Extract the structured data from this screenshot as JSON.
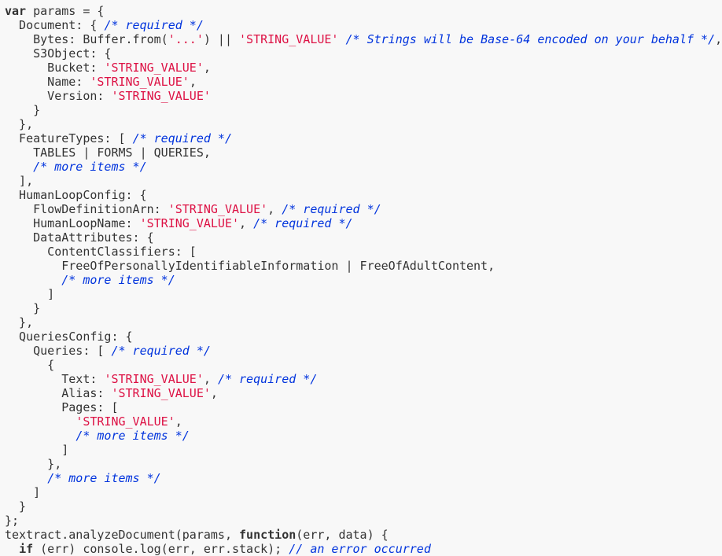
{
  "lines": [
    [
      {
        "t": "kw",
        "v": "var"
      },
      {
        "t": "pl",
        "v": " params = {"
      }
    ],
    [
      {
        "t": "pl",
        "v": "  Document: { "
      },
      {
        "t": "cmt",
        "v": "/* required */"
      }
    ],
    [
      {
        "t": "pl",
        "v": "    Bytes: Buffer.from("
      },
      {
        "t": "str",
        "v": "'...'"
      },
      {
        "t": "pl",
        "v": ") || "
      },
      {
        "t": "str",
        "v": "'STRING_VALUE'"
      },
      {
        "t": "pl",
        "v": " "
      },
      {
        "t": "cmt",
        "v": "/* Strings will be Base-64 encoded on your behalf */"
      },
      {
        "t": "pl",
        "v": ","
      }
    ],
    [
      {
        "t": "pl",
        "v": "    S3Object: {"
      }
    ],
    [
      {
        "t": "pl",
        "v": "      Bucket: "
      },
      {
        "t": "str",
        "v": "'STRING_VALUE'"
      },
      {
        "t": "pl",
        "v": ","
      }
    ],
    [
      {
        "t": "pl",
        "v": "      Name: "
      },
      {
        "t": "str",
        "v": "'STRING_VALUE'"
      },
      {
        "t": "pl",
        "v": ","
      }
    ],
    [
      {
        "t": "pl",
        "v": "      Version: "
      },
      {
        "t": "str",
        "v": "'STRING_VALUE'"
      }
    ],
    [
      {
        "t": "pl",
        "v": "    }"
      }
    ],
    [
      {
        "t": "pl",
        "v": "  },"
      }
    ],
    [
      {
        "t": "pl",
        "v": "  FeatureTypes: [ "
      },
      {
        "t": "cmt",
        "v": "/* required */"
      }
    ],
    [
      {
        "t": "pl",
        "v": "    TABLES | FORMS | QUERIES,"
      }
    ],
    [
      {
        "t": "pl",
        "v": "    "
      },
      {
        "t": "cmt",
        "v": "/* more items */"
      }
    ],
    [
      {
        "t": "pl",
        "v": "  ],"
      }
    ],
    [
      {
        "t": "pl",
        "v": "  HumanLoopConfig: {"
      }
    ],
    [
      {
        "t": "pl",
        "v": "    FlowDefinitionArn: "
      },
      {
        "t": "str",
        "v": "'STRING_VALUE'"
      },
      {
        "t": "pl",
        "v": ", "
      },
      {
        "t": "cmt",
        "v": "/* required */"
      }
    ],
    [
      {
        "t": "pl",
        "v": "    HumanLoopName: "
      },
      {
        "t": "str",
        "v": "'STRING_VALUE'"
      },
      {
        "t": "pl",
        "v": ", "
      },
      {
        "t": "cmt",
        "v": "/* required */"
      }
    ],
    [
      {
        "t": "pl",
        "v": "    DataAttributes: {"
      }
    ],
    [
      {
        "t": "pl",
        "v": "      ContentClassifiers: ["
      }
    ],
    [
      {
        "t": "pl",
        "v": "        FreeOfPersonallyIdentifiableInformation | FreeOfAdultContent,"
      }
    ],
    [
      {
        "t": "pl",
        "v": "        "
      },
      {
        "t": "cmt",
        "v": "/* more items */"
      }
    ],
    [
      {
        "t": "pl",
        "v": "      ]"
      }
    ],
    [
      {
        "t": "pl",
        "v": "    }"
      }
    ],
    [
      {
        "t": "pl",
        "v": "  },"
      }
    ],
    [
      {
        "t": "pl",
        "v": "  QueriesConfig: {"
      }
    ],
    [
      {
        "t": "pl",
        "v": "    Queries: [ "
      },
      {
        "t": "cmt",
        "v": "/* required */"
      }
    ],
    [
      {
        "t": "pl",
        "v": "      {"
      }
    ],
    [
      {
        "t": "pl",
        "v": "        Text: "
      },
      {
        "t": "str",
        "v": "'STRING_VALUE'"
      },
      {
        "t": "pl",
        "v": ", "
      },
      {
        "t": "cmt",
        "v": "/* required */"
      }
    ],
    [
      {
        "t": "pl",
        "v": "        Alias: "
      },
      {
        "t": "str",
        "v": "'STRING_VALUE'"
      },
      {
        "t": "pl",
        "v": ","
      }
    ],
    [
      {
        "t": "pl",
        "v": "        Pages: ["
      }
    ],
    [
      {
        "t": "pl",
        "v": "          "
      },
      {
        "t": "str",
        "v": "'STRING_VALUE'"
      },
      {
        "t": "pl",
        "v": ","
      }
    ],
    [
      {
        "t": "pl",
        "v": "          "
      },
      {
        "t": "cmt",
        "v": "/* more items */"
      }
    ],
    [
      {
        "t": "pl",
        "v": "        ]"
      }
    ],
    [
      {
        "t": "pl",
        "v": "      },"
      }
    ],
    [
      {
        "t": "pl",
        "v": "      "
      },
      {
        "t": "cmt",
        "v": "/* more items */"
      }
    ],
    [
      {
        "t": "pl",
        "v": "    ]"
      }
    ],
    [
      {
        "t": "pl",
        "v": "  }"
      }
    ],
    [
      {
        "t": "pl",
        "v": "};"
      }
    ],
    [
      {
        "t": "pl",
        "v": "textract.analyzeDocument(params, "
      },
      {
        "t": "kw",
        "v": "function"
      },
      {
        "t": "pl",
        "v": "(err, data) {"
      }
    ],
    [
      {
        "t": "pl",
        "v": "  "
      },
      {
        "t": "kw",
        "v": "if"
      },
      {
        "t": "pl",
        "v": " (err) console.log(err, err.stack); "
      },
      {
        "t": "cmt",
        "v": "// an error occurred"
      }
    ]
  ],
  "colors": {
    "background": "#f8f8f8",
    "plain": "#333333",
    "string": "#dd1144",
    "comment": "#0033dd"
  }
}
